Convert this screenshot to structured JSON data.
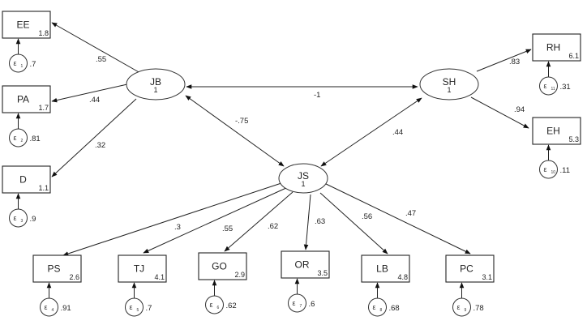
{
  "diagram": {
    "type": "structural-equation-model",
    "latent": [
      {
        "id": "JB",
        "label": "JB",
        "variance": "1"
      },
      {
        "id": "SH",
        "label": "SH",
        "variance": "1"
      },
      {
        "id": "JS",
        "label": "JS",
        "variance": "1"
      }
    ],
    "observed": [
      {
        "id": "EE",
        "label": "EE",
        "intercept": "1.8",
        "error": "1",
        "error_variance": ".7"
      },
      {
        "id": "PA",
        "label": "PA",
        "intercept": "1.7",
        "error": "2",
        "error_variance": ".81"
      },
      {
        "id": "D",
        "label": "D",
        "intercept": "1.1",
        "error": "3",
        "error_variance": ".9"
      },
      {
        "id": "PS",
        "label": "PS",
        "intercept": "2.6",
        "error": "4",
        "error_variance": ".91"
      },
      {
        "id": "TJ",
        "label": "TJ",
        "intercept": "4.1",
        "error": "5",
        "error_variance": ".7"
      },
      {
        "id": "GO",
        "label": "GO",
        "intercept": "2.9",
        "error": "6",
        "error_variance": ".62"
      },
      {
        "id": "OR",
        "label": "OR",
        "intercept": "3.5",
        "error": "7",
        "error_variance": ".6"
      },
      {
        "id": "LB",
        "label": "LB",
        "intercept": "4.8",
        "error": "8",
        "error_variance": ".68"
      },
      {
        "id": "PC",
        "label": "PC",
        "intercept": "3.1",
        "error": "9",
        "error_variance": ".78"
      },
      {
        "id": "EH",
        "label": "EH",
        "intercept": "5.3",
        "error": "10",
        "error_variance": ".11"
      },
      {
        "id": "RH",
        "label": "RH",
        "intercept": "6.1",
        "error": "11",
        "error_variance": ".31"
      }
    ],
    "loadings": [
      {
        "from": "JB",
        "to": "EE",
        "value": ".55"
      },
      {
        "from": "JB",
        "to": "PA",
        "value": ".44"
      },
      {
        "from": "JB",
        "to": "D",
        "value": ".32"
      },
      {
        "from": "JS",
        "to": "PS",
        "value": ".3"
      },
      {
        "from": "JS",
        "to": "TJ",
        "value": ".55"
      },
      {
        "from": "JS",
        "to": "GO",
        "value": ".62"
      },
      {
        "from": "JS",
        "to": "OR",
        "value": ".63"
      },
      {
        "from": "JS",
        "to": "LB",
        "value": ".56"
      },
      {
        "from": "JS",
        "to": "PC",
        "value": ".47"
      },
      {
        "from": "SH",
        "to": "RH",
        "value": ".83"
      },
      {
        "from": "SH",
        "to": "EH",
        "value": ".94"
      }
    ],
    "covariances": [
      {
        "a": "JB",
        "b": "SH",
        "value": "-1"
      },
      {
        "a": "JB",
        "b": "JS",
        "value": "-.75"
      },
      {
        "a": "SH",
        "b": "JS",
        "value": ".44"
      }
    ],
    "error_symbol": "ε"
  }
}
